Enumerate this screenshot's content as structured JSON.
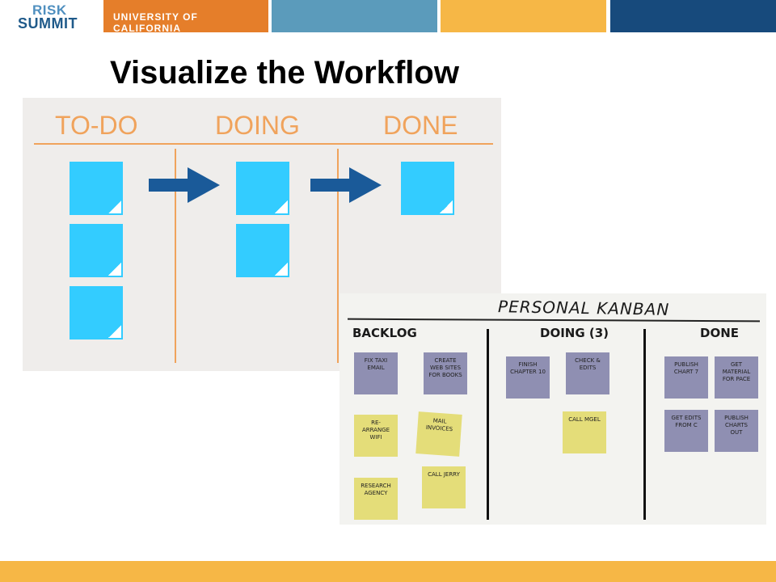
{
  "header": {
    "logo_line1": "RISK",
    "logo_line2": "SUMMIT",
    "institution": "UNIVERSITY OF CALIFORNIA"
  },
  "slide": {
    "title": "Visualize the Workflow"
  },
  "kanban_graphic": {
    "columns": [
      "TO-DO",
      "DOING",
      "DONE"
    ]
  },
  "personal_kanban": {
    "title": "PERSONAL KANBAN",
    "columns": [
      "BACKLOG",
      "DOING (3)",
      "DONE"
    ],
    "backlog_notes": [
      "FIX TAXI EMAIL",
      "CREATE WEB SITES FOR BOOKS",
      "RE-ARRANGE WIFI",
      "MAIL INVOICES",
      "RESEARCH AGENCY",
      "CALL JERRY"
    ],
    "doing_notes": [
      "FINISH CHAPTER 10",
      "CHECK & EDITS",
      "CALL MGEL"
    ],
    "done_notes": [
      "PUBLISH CHART 7",
      "GET MATERIAL FOR PACE",
      "GET EDITS FROM C",
      "PUBLISH CHARTS OUT"
    ]
  },
  "colors": {
    "accent_orange": "#e57e2a",
    "accent_blue": "#5b9bbb",
    "accent_yellow": "#f6b746",
    "accent_navy": "#174a7c",
    "note_blue": "#33ccff",
    "arrow_blue": "#1a5a99"
  }
}
